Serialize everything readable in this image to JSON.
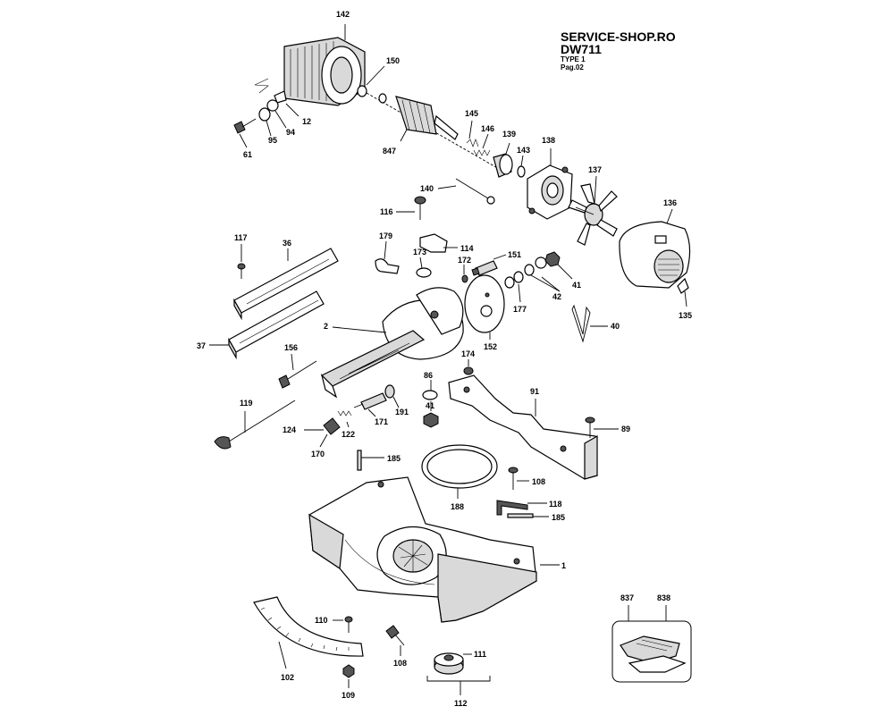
{
  "header": {
    "site": "SERVICE-SHOP.RO",
    "model": "DW711",
    "type": "TYPE 1",
    "page": "Pag.02"
  },
  "labels": {
    "p142": "142",
    "p150": "150",
    "p12": "12",
    "p94": "94",
    "p95": "95",
    "p61": "61",
    "p847": "847",
    "p145": "145",
    "p146": "146",
    "p139": "139",
    "p143": "143",
    "p138": "138",
    "p137": "137",
    "p136": "136",
    "p140": "140",
    "p116": "116",
    "p117": "117",
    "p36": "36",
    "p179": "179",
    "p114": "114",
    "p173": "173",
    "p172": "172",
    "p151": "151",
    "p41a": "41",
    "p42": "42",
    "p177": "177",
    "p135": "135",
    "p40": "40",
    "p2": "2",
    "p152": "152",
    "p37": "37",
    "p156": "156",
    "p174": "174",
    "p86": "86",
    "p41b": "41",
    "p91": "91",
    "p119": "119",
    "p191": "191",
    "p171": "171",
    "p124": "124",
    "p122": "122",
    "p89": "89",
    "p170": "170",
    "p185a": "185",
    "p108a": "108",
    "p118": "118",
    "p185b": "185",
    "p188": "188",
    "p1": "1",
    "p837": "837",
    "p838": "838",
    "p110": "110",
    "p111": "111",
    "p108b": "108",
    "p102": "102",
    "p109": "109",
    "p112": "112"
  }
}
